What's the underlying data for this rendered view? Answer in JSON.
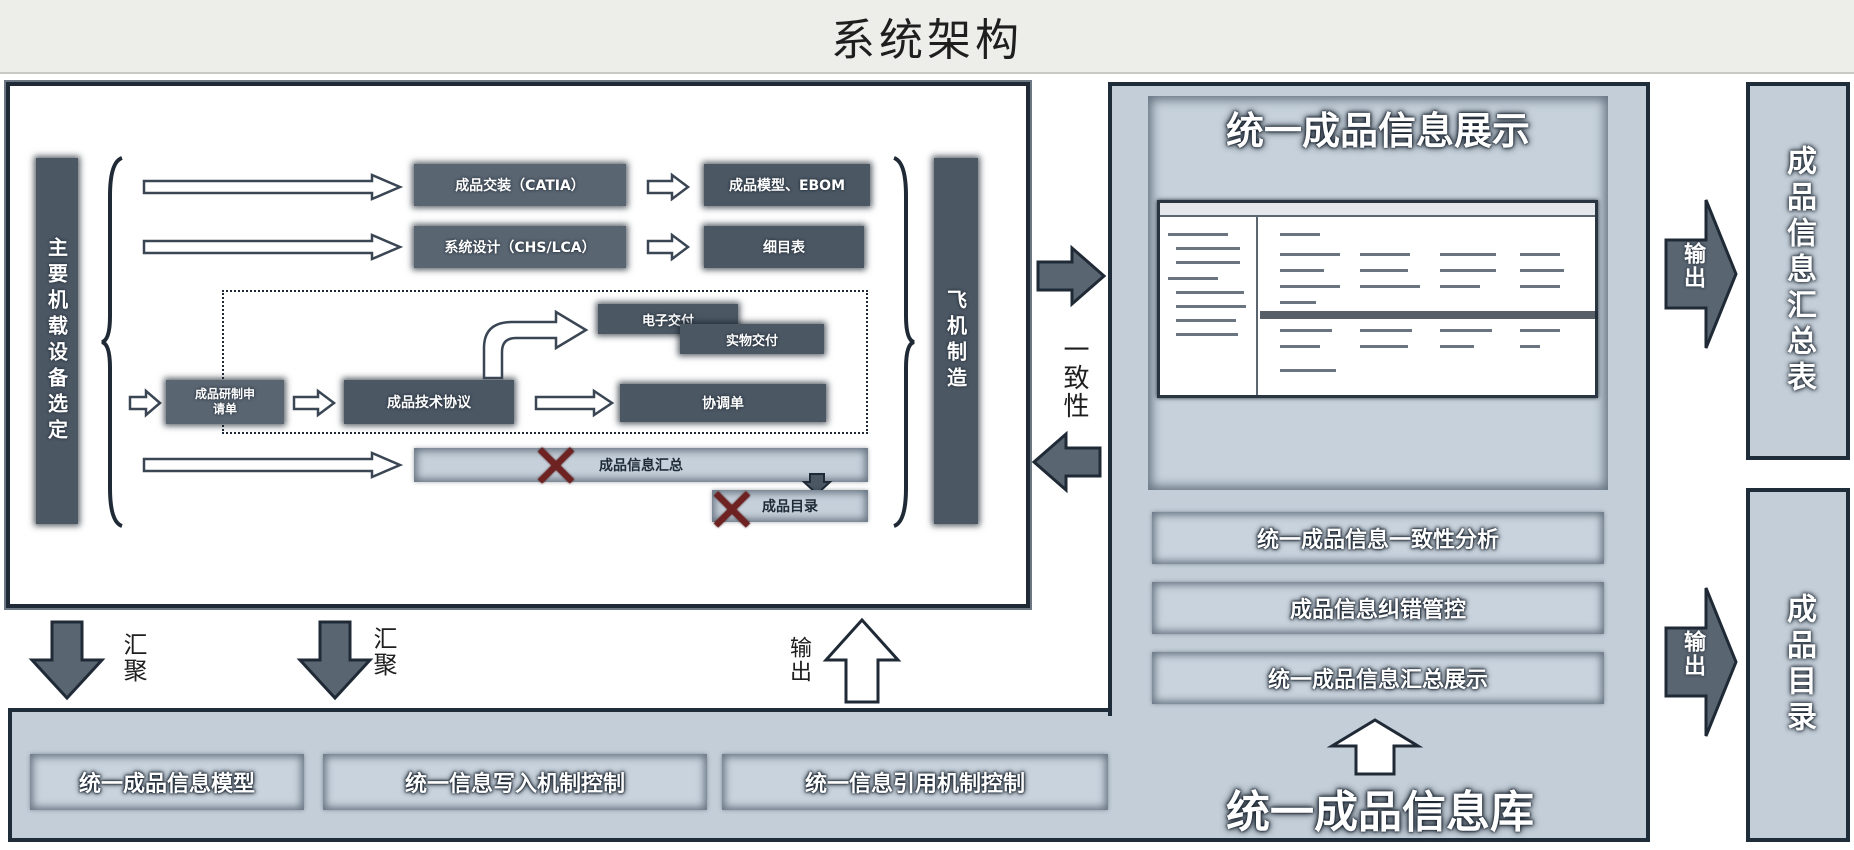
{
  "header": {
    "title": "系统架构"
  },
  "left_panel": {
    "vertical_left": "主要机载设备选定",
    "vertical_right": "飞机制造",
    "rows": [
      {
        "from": "成品交装（CATIA）",
        "to": "成品模型、EBOM"
      },
      {
        "from": "系统设计（CHS/LCA）",
        "to": "细目表"
      }
    ],
    "process": {
      "request": "成品研制申请单",
      "agreement": "成品技术协议",
      "delivery_electronic": "电子交付",
      "delivery_physical": "实物交付",
      "coordination": "协调单"
    },
    "summary": "成品信息汇总",
    "catalog": "成品目录"
  },
  "flow_labels": {
    "consistency": "一致性",
    "aggregate_1": "汇聚",
    "aggregate_2": "汇聚",
    "output_up": "输出",
    "output_right_1": "输出",
    "output_right_2": "输出"
  },
  "right_panel": {
    "display_title": "统一成品信息展示",
    "modules": [
      "统一成品信息一致性分析",
      "成品信息纠错管控",
      "统一成品信息汇总展示"
    ]
  },
  "library": {
    "title": "统一成品信息库",
    "modules": [
      "统一成品信息模型",
      "统一信息写入机制控制",
      "统一信息引用机制控制"
    ]
  },
  "outputs": {
    "summary_table": "成品信息汇总表",
    "catalog": "成品目录"
  }
}
